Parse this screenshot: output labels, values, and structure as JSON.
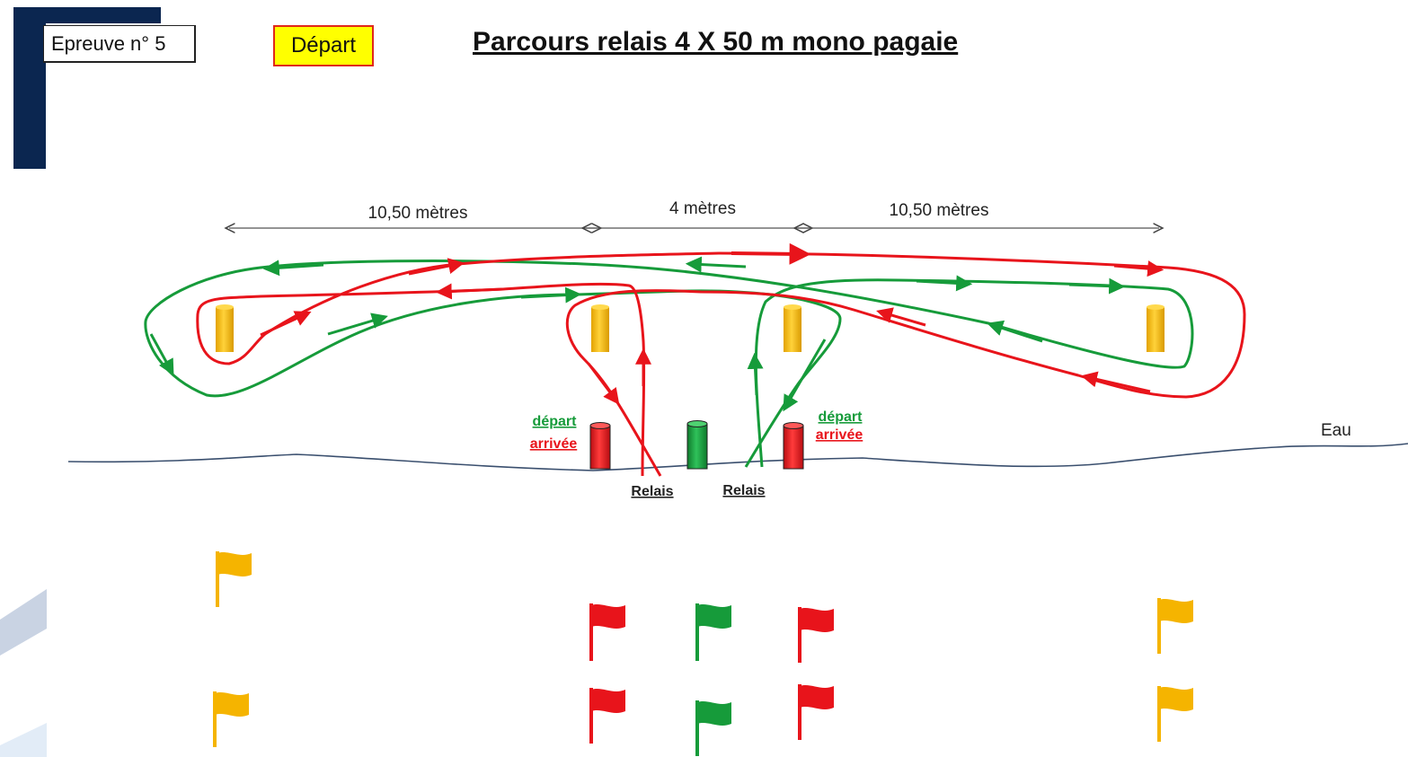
{
  "header": {
    "epreuve_label": "Epreuve n° 5",
    "depart_button": "Départ",
    "title": "Parcours relais 4 X 50 m mono pagaie"
  },
  "dimensions": {
    "left": "10,50 mètres",
    "center": "4 mètres",
    "right": "10,50 mètres"
  },
  "labels": {
    "left_depart": "départ",
    "left_arrivee": "arrivée",
    "right_depart": "départ",
    "right_arrivee": "arrivée",
    "relais_left": "Relais",
    "relais_right": "Relais",
    "water": "Eau"
  },
  "colors": {
    "red_route": "#e8141b",
    "green_route": "#169b3a",
    "buoy_yellow": "#f5b400",
    "navy": "#0b2650",
    "water_line": "#3a4f6e",
    "depart_highlight": "#ffff00"
  }
}
